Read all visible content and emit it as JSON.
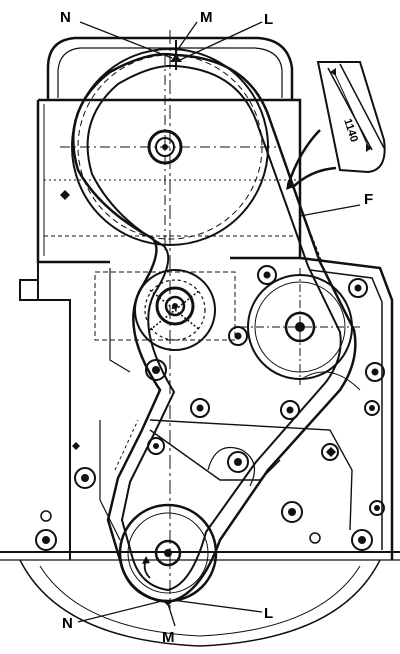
{
  "diagram": {
    "labels": {
      "top_n": "N",
      "top_m": "M",
      "top_l": "L",
      "belt_f": "F",
      "bottom_n": "N",
      "bottom_m": "M",
      "bottom_l": "L"
    },
    "inset": {
      "text": "1140"
    }
  }
}
